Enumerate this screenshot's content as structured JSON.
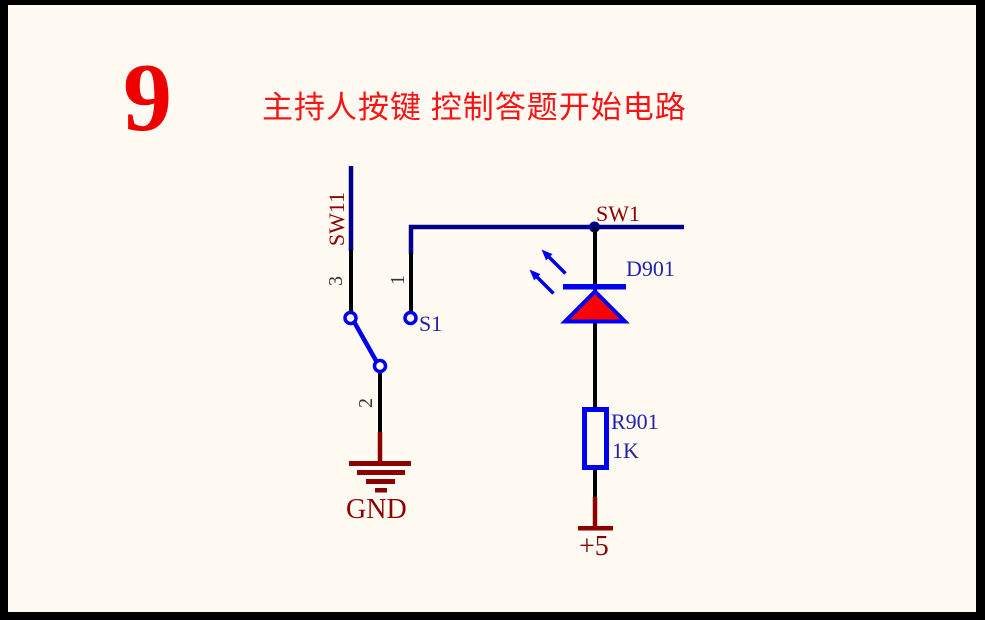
{
  "page": {
    "number": "9",
    "title": "主持人按键 控制答题开始电路"
  },
  "colors": {
    "background": "#FFFBF3",
    "frame": "#000000",
    "wire_navy": "#00008B",
    "symbol_blue": "#0000F0",
    "label_blue": "#2222AA",
    "label_maroon": "#8B0000",
    "led_red": "#FF0000",
    "title_red": "#F81414",
    "pin_number_gray": "#333333",
    "black_pin_wire": "#000000"
  },
  "schematic": {
    "host_switch": {
      "designator": "SW11",
      "pin3": "3",
      "pin2": "2"
    },
    "start_contact": {
      "designator": "S1",
      "pin1": "1"
    },
    "net_label": "SW1",
    "led": {
      "designator": "D901"
    },
    "resistor": {
      "designator": "R901",
      "value": "1K"
    },
    "ground_label": "GND",
    "power_label": "+5"
  }
}
